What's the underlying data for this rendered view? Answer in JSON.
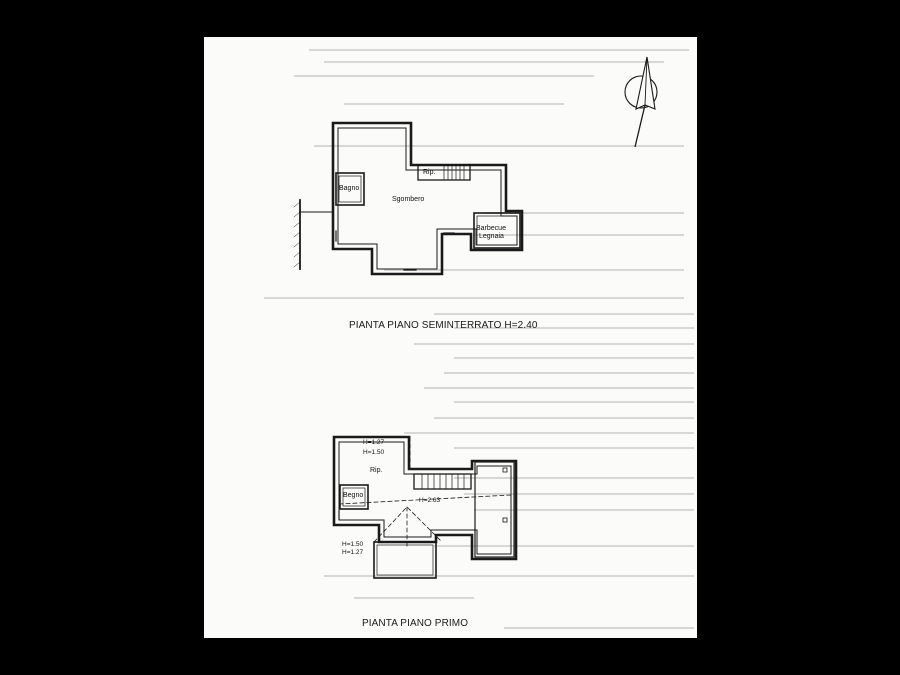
{
  "floors": {
    "basement": {
      "title": "PIANTA PIANO SEMINTERRATO H=2.40",
      "rooms": {
        "bagno": "Bagno",
        "sgombero": "Sgombero",
        "rip": "Rip.",
        "barbecue": "Barbecue",
        "legnaia": "Legnaia"
      }
    },
    "first": {
      "title": "PIANTA PIANO PRIMO",
      "rooms": {
        "rip": "Rip.",
        "bagno": "Begno"
      },
      "heights": {
        "h1": "H=1.27",
        "h2": "H=1.50",
        "h3": "H=2.63",
        "h4": "H=1.50",
        "h5": "H=1.27"
      }
    }
  },
  "compass": {
    "icon": "north-arrow-icon"
  },
  "colors": {
    "paper": "#fbfbfa",
    "ink": "#1a1a1a",
    "background": "#000000"
  }
}
